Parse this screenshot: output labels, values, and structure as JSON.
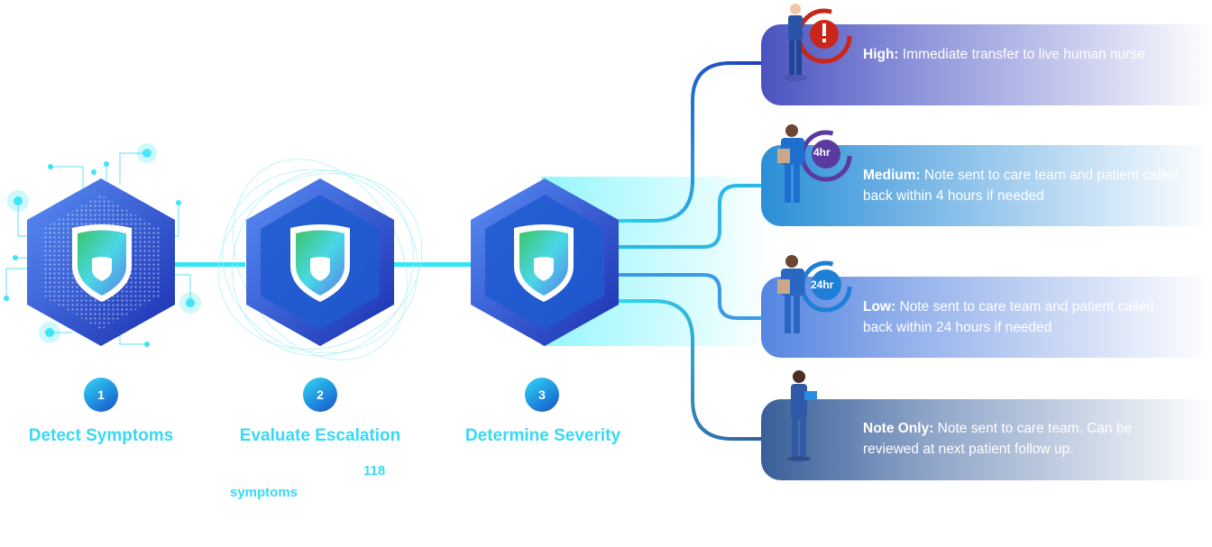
{
  "steps": [
    {
      "number": "1",
      "label": "Detect Symptoms",
      "icon": "shield-icon"
    },
    {
      "number": "2",
      "label": "Evaluate Escalation",
      "icon": "shield-icon"
    },
    {
      "number": "3",
      "label": "Determine Severity",
      "icon": "shield-icon"
    }
  ],
  "fragments": {
    "count": "118",
    "symptoms": "symptoms"
  },
  "outcomes": [
    {
      "level": "High:",
      "text": " Immediate transfer to live human nurse",
      "icon": "alert-phone-icon",
      "icon_text": "!",
      "color": "#4a52c0",
      "icon_color": "#c8261a"
    },
    {
      "level": "Medium:",
      "text": " Note sent to care team and patient called back within 4 hours if needed",
      "icon": "callback-4hr-icon",
      "icon_text": "4hr",
      "color": "#2a8fd6",
      "icon_color": "#5b3aa0"
    },
    {
      "level": "Low:",
      "text": " Note sent to care team and patient called back within 24 hours if needed",
      "icon": "callback-24hr-icon",
      "icon_text": "24hr",
      "color": "#5585e0",
      "icon_color": "#1f7fd6"
    },
    {
      "level": "Note Only:",
      "text": " Note sent to care team. Can be reviewed at next patient follow up.",
      "icon": "nurse-reading-icon",
      "icon_text": "",
      "color": "#385f98",
      "icon_color": ""
    }
  ],
  "colors": {
    "accent": "#38d9f5",
    "hex_dark": "#1f3fbf",
    "hex_light": "#4f7ff0"
  }
}
